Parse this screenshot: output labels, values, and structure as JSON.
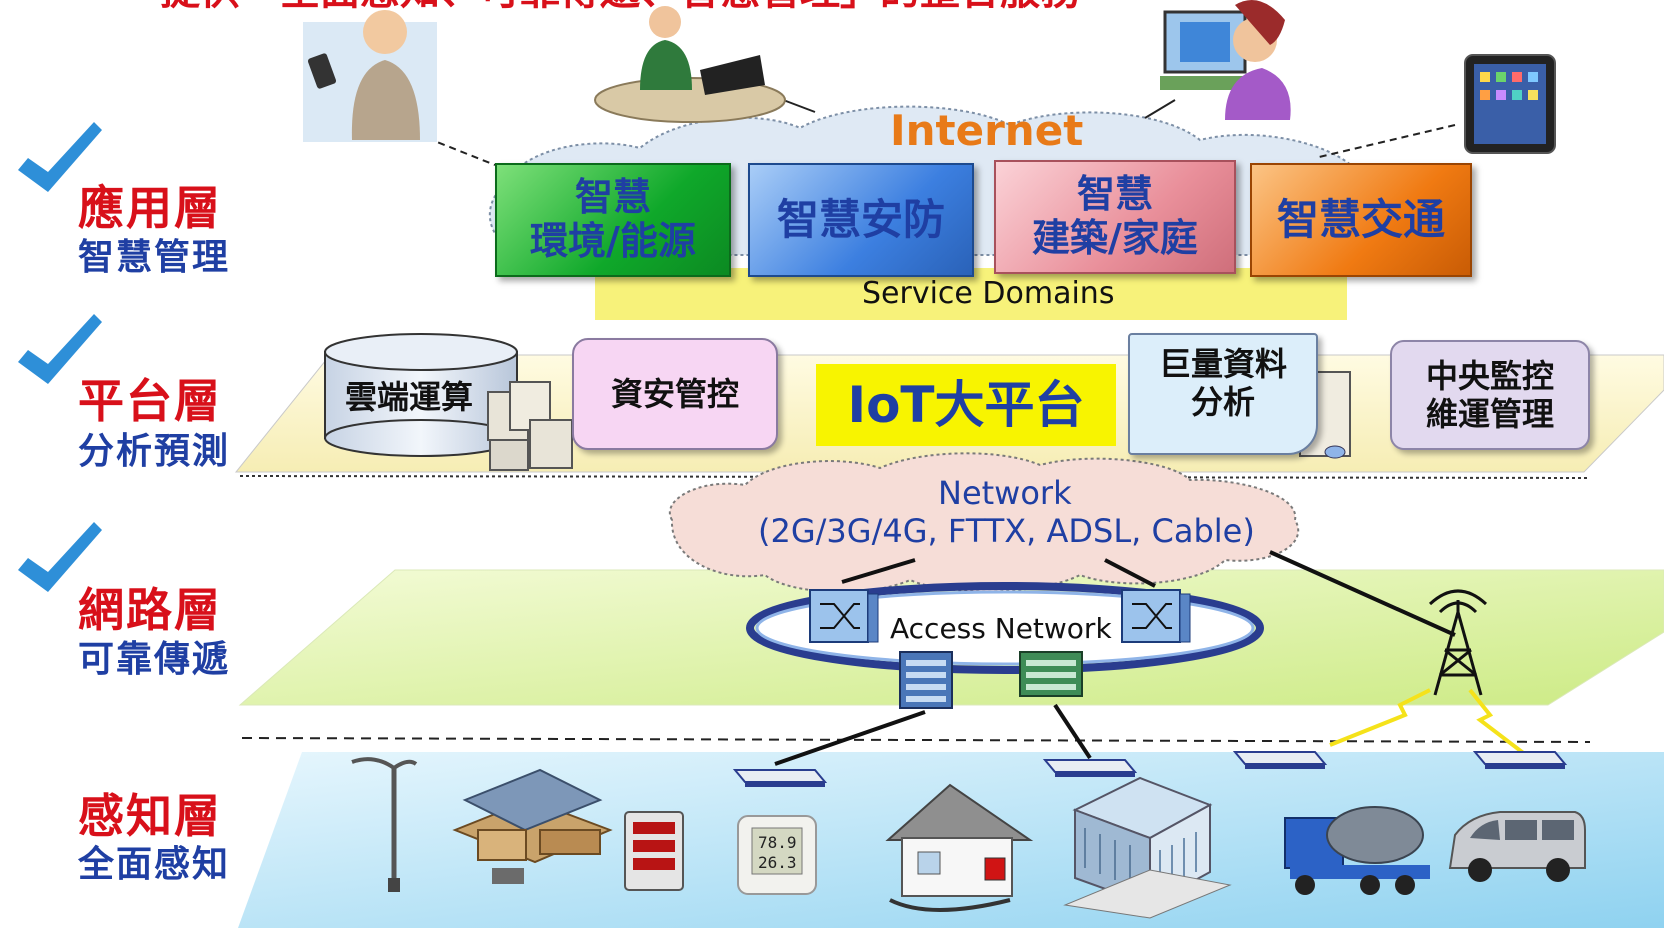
{
  "top_heading": "提供「全面感知、可靠傳遞、智慧管理」的整合服務",
  "layers": [
    {
      "title": "應用層",
      "subtitle": "智慧管理"
    },
    {
      "title": "平台層",
      "subtitle": "分析預測"
    },
    {
      "title": "網路層",
      "subtitle": "可靠傳遞"
    },
    {
      "title": "感知層",
      "subtitle": "全面感知"
    }
  ],
  "application": {
    "cloud_label": "Internet",
    "domains_label": "Service Domains",
    "services": [
      {
        "line1": "智慧",
        "line2": "環境/能源",
        "color": "#16b832"
      },
      {
        "line1": "智慧安防",
        "line2": "",
        "color": "#3c7fe0"
      },
      {
        "line1": "智慧",
        "line2": "建築/家庭",
        "color": "#e98f9a"
      },
      {
        "line1": "智慧交通",
        "line2": "",
        "color": "#f07a12"
      }
    ]
  },
  "platform": {
    "cloud_computing": "雲端運算",
    "security": "資安管控",
    "iot_platform": "IoT大平台",
    "big_data_line1": "巨量資料",
    "big_data_line2": "分析",
    "central_line1": "中央監控",
    "central_line2": "維運管理"
  },
  "network": {
    "cloud_line1": "Network",
    "cloud_line2": "(2G/3G/4G, FTTX, ADSL, Cable)",
    "access_label": "Access Network"
  },
  "colors": {
    "layer_title": "#d8101a",
    "layer_subtitle": "#1f3fa3",
    "check": "#2e8fd8",
    "internet": "#e87a18",
    "network_text": "#1f3fa3",
    "platform_plane": "#fbf6c8",
    "network_plane": "#e4f5b0",
    "sensing_plane": "#bfe6f7"
  }
}
